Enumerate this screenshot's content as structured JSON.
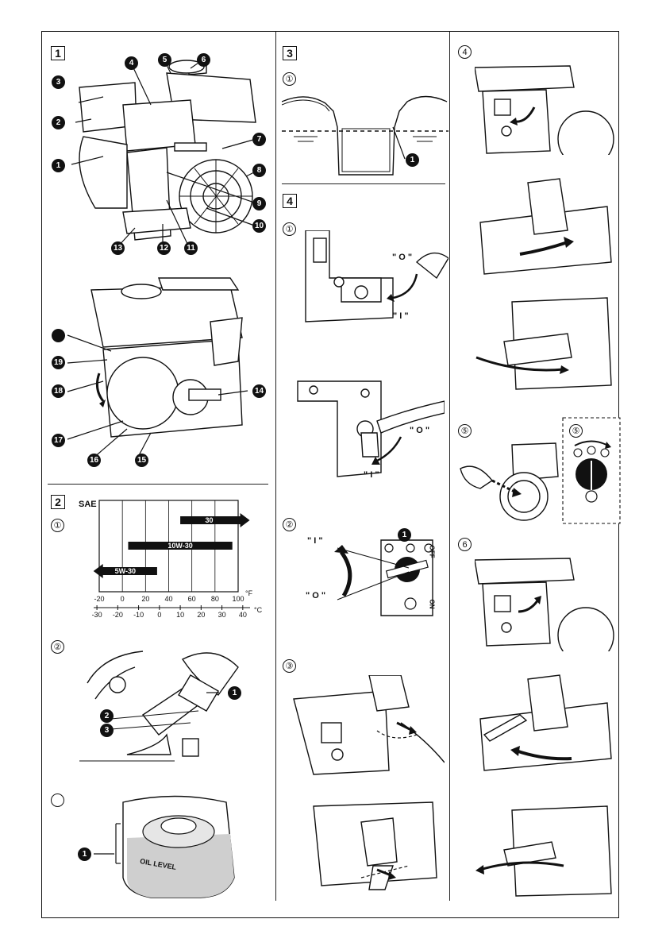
{
  "sections": {
    "s1": "1",
    "s2": "2",
    "s3": "3",
    "s4": "4",
    "s4b": "4",
    "s5": "5",
    "s6": "6"
  },
  "sub": {
    "one": "①",
    "two": "②",
    "three": "③",
    "five": "⑤"
  },
  "callouts": [
    "1",
    "2",
    "3",
    "4",
    "5",
    "6",
    "7",
    "8",
    "9",
    "10",
    "11",
    "12",
    "13",
    "14",
    "15",
    "16",
    "17",
    "18",
    "19"
  ],
  "oil_chart": {
    "sae_label": "SAE",
    "fahrenheit_ticks": [
      "-20",
      "0",
      "20",
      "40",
      "60",
      "80",
      "100"
    ],
    "fahrenheit_unit": "°F",
    "celsius_ticks": [
      "-30",
      "-20",
      "-10",
      "0",
      "10",
      "20",
      "30",
      "40"
    ],
    "celsius_unit": "°C",
    "bars": [
      {
        "label": "30",
        "from_f": 50,
        "to_f": 110
      },
      {
        "label": "10W-30",
        "from_f": 5,
        "to_f": 95
      },
      {
        "label": "5W-30",
        "from_f": -25,
        "to_f": 30
      }
    ]
  },
  "switch_labels": {
    "off_o": "\" O \"",
    "on_i": "\" I \"",
    "off_word": "OFF",
    "on_word": "ON"
  },
  "oil_level_label": "OIL LEVEL"
}
